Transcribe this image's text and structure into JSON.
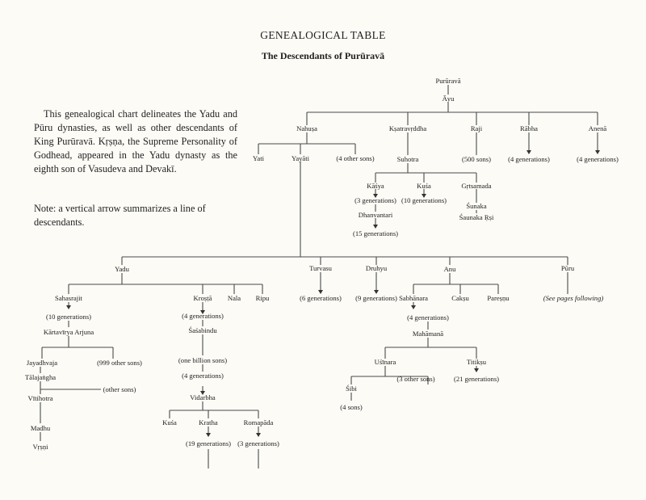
{
  "title": "GENEALOGICAL TABLE",
  "subtitle": "The Descendants of Purūravā",
  "intro": {
    "paragraph": "This genealogical chart delineates the Yadu and Pūru dynasties, as well as other descendants of King Purūravā. Kṛṣṇa, the Supreme Personality of Godhead, appeared in the Yadu dynasty as the eighth son of Vasudeva and Devakī.",
    "note": "Note: a vertical arrow summarizes a line of descendants."
  },
  "tree": {
    "pururava": "Purūravā",
    "ayu": "Āyu",
    "nahusa": "Nahuṣa",
    "ksatravrddha": "Kṣatravṛddha",
    "raji": "Raji",
    "rabha": "Rābha",
    "anena": "Anenā",
    "yati": "Yati",
    "yayati": "Yayāti",
    "nahusa_other_sons": "(4 other sons)",
    "suhotra": "Suhotra",
    "raji_sons": "(500 sons)",
    "rabha_generations": "(4 generations)",
    "anena_generations": "(4 generations)",
    "kasya": "Kāśya",
    "kusa_suhotra": "Kuśa",
    "grtsamada": "Gṛtsamada",
    "kasya_generations": "(3 generations)",
    "kusa_generations": "(10 generations)",
    "sunaka": "Śunaka",
    "dhanvantari": "Dhanvantari",
    "saunaka_rsi": "Śaunaka Ṛṣi",
    "dhanvantari_generations": "(15 generations)",
    "yadu": "Yadu",
    "turvasu": "Turvasu",
    "druhyu": "Druhyu",
    "anu": "Anu",
    "puru": "Pūru",
    "turvasu_generations": "(6 generations)",
    "druhyu_generations": "(9 generations)",
    "puru_note": "(See pages following)",
    "sahasrajit": "Sahasrajit",
    "krosta": "Kroṣṭā",
    "nala": "Nala",
    "ripu": "Ripu",
    "sahasrajit_generations": "(10 generations)",
    "krosta_generations": "(4 generations)",
    "kartavirya_arjuna": "Kārtavīrya Arjuna",
    "sasabindu": "Śaśabindu",
    "jayadhvaja": "Jayadhvaja",
    "kartavirya_other_sons": "(999 other sons)",
    "talajangha": "Tālajaṅgha",
    "talajangha_other_sons": "(other sons)",
    "vitihotra": "Vītihotra",
    "madhu": "Madhu",
    "vrsni": "Vṛṣṇi",
    "sasabindu_sons": "(one billion sons)",
    "sasabindu_generations": "(4 generations)",
    "vidarbha": "Vidarbha",
    "kusa_vidarbha": "Kuśa",
    "kratha": "Kratha",
    "romapada": "Romapāda",
    "kratha_generations": "(19 generations)",
    "romapada_generations": "(3 generations)",
    "sabhanara": "Sabhānara",
    "caksu": "Cakṣu",
    "paresnu": "Pareṣṇu",
    "sabhanara_generations": "(4 generations)",
    "mahamana": "Mahāmanā",
    "usinara": "Uśīnara",
    "titiksu": "Titikṣu",
    "sibi": "Śibi",
    "usinara_other_sons": "(3 other sons)",
    "titiksu_generations": "(21 generations)",
    "sibi_sons": "(4 sons)"
  }
}
